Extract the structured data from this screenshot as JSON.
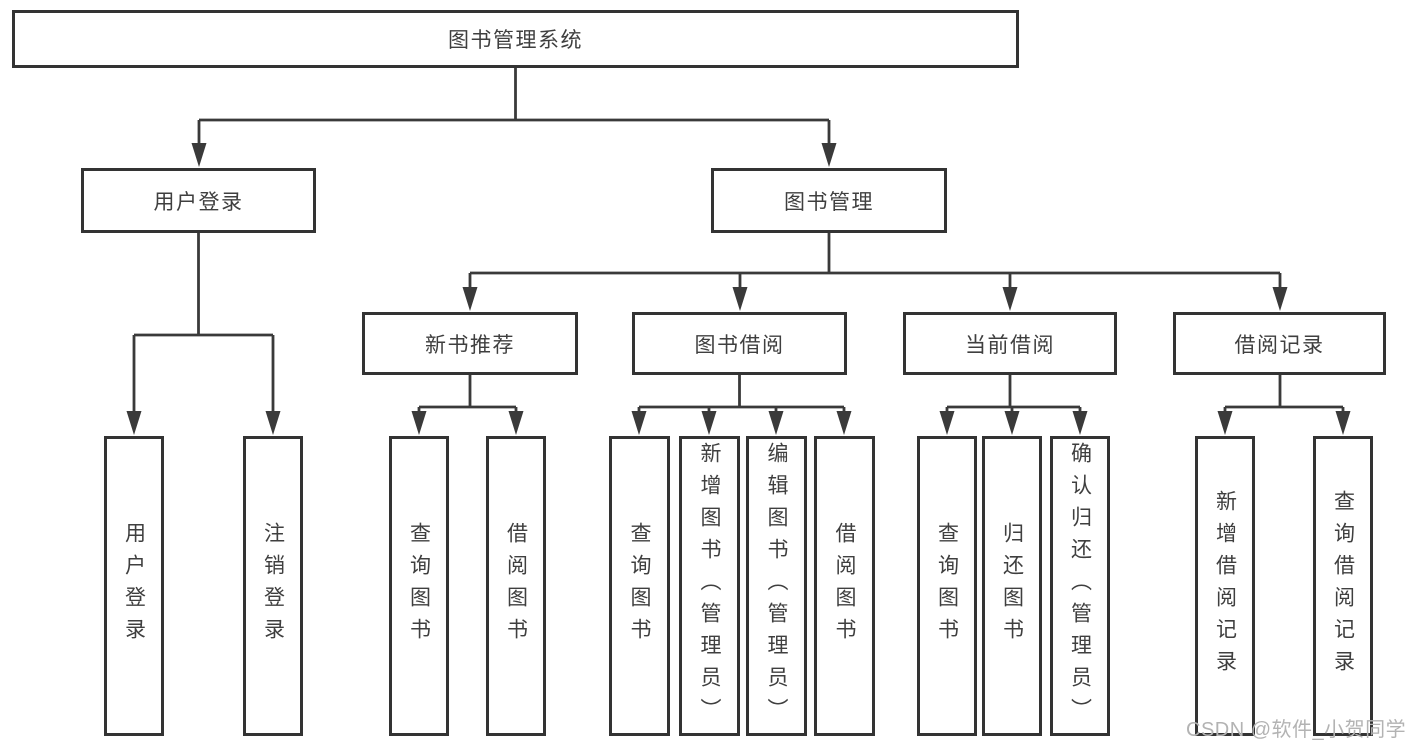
{
  "diagram": {
    "type": "tree",
    "root": {
      "label": "图书管理系统",
      "children": [
        {
          "label": "用户登录",
          "children": [
            {
              "label": "用户登录"
            },
            {
              "label": "注销登录"
            }
          ]
        },
        {
          "label": "图书管理",
          "children": [
            {
              "label": "新书推荐",
              "children": [
                {
                  "label": "查询图书"
                },
                {
                  "label": "借阅图书"
                }
              ]
            },
            {
              "label": "图书借阅",
              "children": [
                {
                  "label": "查询图书"
                },
                {
                  "label": "新增图书（管理员）"
                },
                {
                  "label": "编辑图书（管理员）"
                },
                {
                  "label": "借阅图书"
                }
              ]
            },
            {
              "label": "当前借阅",
              "children": [
                {
                  "label": "查询图书"
                },
                {
                  "label": "归还图书"
                },
                {
                  "label": "确认归还（管理员）"
                }
              ]
            },
            {
              "label": "借阅记录",
              "children": [
                {
                  "label": "新增借阅记录"
                },
                {
                  "label": "查询借阅记录"
                }
              ]
            }
          ]
        }
      ]
    }
  },
  "watermark": {
    "text": "CSDN @软件_小贺同学"
  },
  "colors": {
    "line": "#3a3a3a",
    "box_border": "#333333",
    "text": "#3f3f3f",
    "background": "#ffffff",
    "watermark": "#b3b3b3"
  }
}
